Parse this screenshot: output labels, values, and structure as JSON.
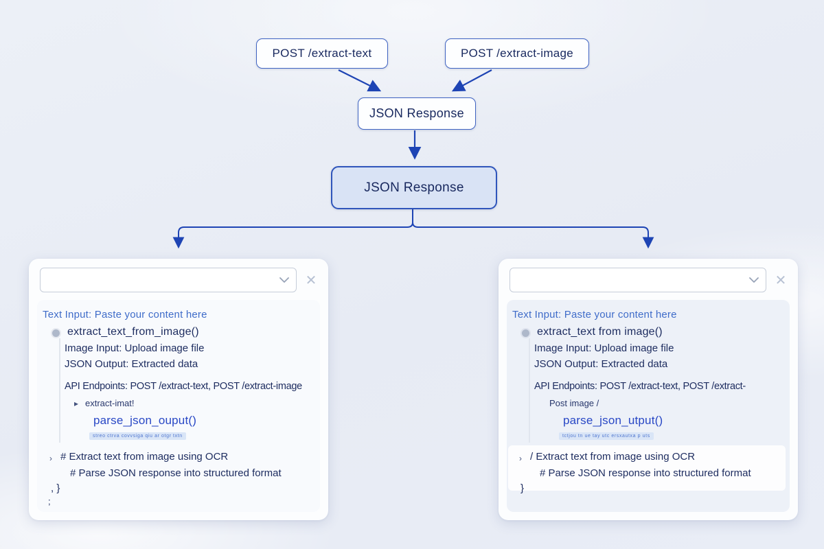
{
  "colors": {
    "accent_blue": "#2a4fb8",
    "node_border_blue": "#3f63c2",
    "node_text_navy": "#18285e",
    "highlight_node_fill": "#d9e3f5",
    "heading_blue": "#3f6cc9",
    "code_navy": "#1e2d60",
    "function_blue": "#2847c5",
    "panel_background": "#fcfdfe",
    "page_background": "#e9edf5"
  },
  "diagram": {
    "post_text_label": "POST /extract-text",
    "post_image_label": "POST /extract-image",
    "json_response_top_label": "JSON Response",
    "json_response_main_label": "JSON Response"
  },
  "panels": {
    "left": {
      "dropdown_value": "",
      "close_icon": "✕",
      "heading": "Text Input: Paste your content here",
      "fn_line": "extract_text_from_image()",
      "image_input_line": "Image Input: Upload image file",
      "json_output_line": "JSON Output: Extracted data",
      "api_line": "API Endpoints: POST /extract-text, POST /extract-image",
      "sub_marker": "▸",
      "sub_line": "extract-imat!",
      "parse_line": "parse_json_ouput()",
      "fine_print": "streo ctrva covvsiga qiu ar otgr txtn",
      "comment_marker": "›",
      "comment_line1": "# Extract text from image using OCR",
      "comment_line2": "# Parse JSON response into structured format",
      "closing_line1": ", }",
      "closing_line2": ";"
    },
    "right": {
      "dropdown_value": "",
      "close_icon": "✕",
      "heading": "Text Input: Paste your content here",
      "fn_line": "extract_text from image()",
      "image_input_line": "Image Input: Upload image file",
      "json_output_line": "JSON Output: Extracted data",
      "api_line": "API Endpoints: POST /extract-text, POST /extract-",
      "sub_marker": "",
      "sub_line": "Post image /",
      "parse_line": "parse_json_utput()",
      "fine_print": "tctjou tn ue tay utc ersxautxa p uts",
      "comment_marker": "›",
      "comment_line1": "/ Extract text from image using OCR",
      "comment_line2": "# Parse JSON response into structured format",
      "closing_line1": "}",
      "closing_line2": ""
    }
  }
}
